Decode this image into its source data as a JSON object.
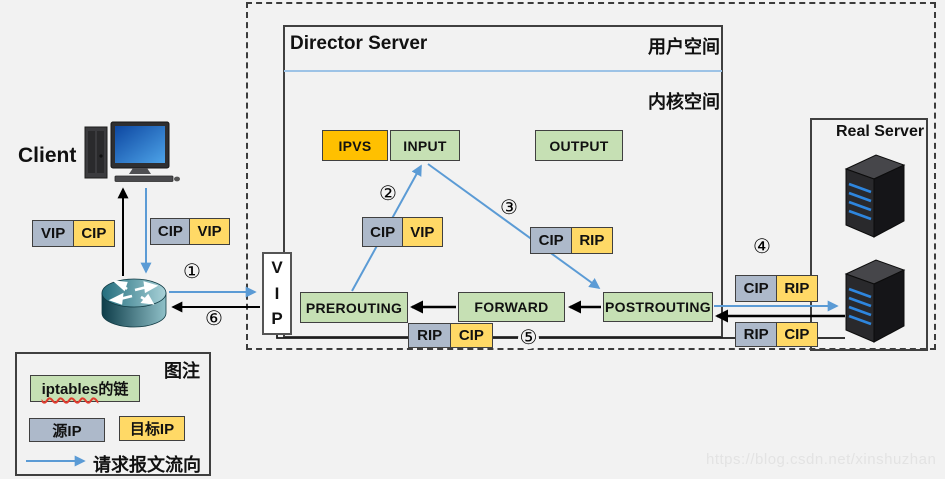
{
  "diagram_title": "LVS Director Server packet flow (iptables chains)",
  "client": {
    "label": "Client"
  },
  "director": {
    "title": "Director Server",
    "user_space_label": "用户空间",
    "kernel_space_label": "内核空间"
  },
  "vip_interface": {
    "l1": "V",
    "l2": "I",
    "l3": "P"
  },
  "real_server": {
    "title": "Real Server"
  },
  "chains": {
    "ipvs": "IPVS",
    "input": "INPUT",
    "output": "OUTPUT",
    "prerouting": "PREROUTING",
    "forward": "FORWARD",
    "postrouting": "POSTROUTING"
  },
  "packets": {
    "reply_to_client": {
      "src": "VIP",
      "dst": "CIP"
    },
    "request_from_client": {
      "src": "CIP",
      "dst": "VIP"
    },
    "request_in_director": {
      "src": "CIP",
      "dst": "VIP"
    },
    "request_after_ipvs": {
      "src": "CIP",
      "dst": "RIP"
    },
    "request_to_realserver": {
      "src": "CIP",
      "dst": "RIP"
    },
    "reply_from_realserver": {
      "src": "RIP",
      "dst": "CIP"
    },
    "reply_in_director": {
      "src": "RIP",
      "dst": "CIP"
    }
  },
  "steps": {
    "s1": "①",
    "s2": "②",
    "s3": "③",
    "s4": "④",
    "s5": "⑤",
    "s6": "⑥"
  },
  "legend": {
    "title": "图注",
    "chain_en": "iptables",
    "chain_cn": "的链",
    "source_ip": "源IP",
    "target_ip": "目标IP",
    "flow_label": "请求报文流向"
  },
  "watermark": "https://blog.csdn.net/xinshuzhan",
  "colors": {
    "chain_green": "#c6e0b4",
    "ipvs_orange": "#ffc000",
    "source_ip_gray": "#adb9ca",
    "target_ip_yellow": "#ffd966",
    "request_flow_blue": "#5b9bd5",
    "reply_flow_black": "#000000",
    "user_kernel_divider_blue": "#9dc3e6"
  }
}
